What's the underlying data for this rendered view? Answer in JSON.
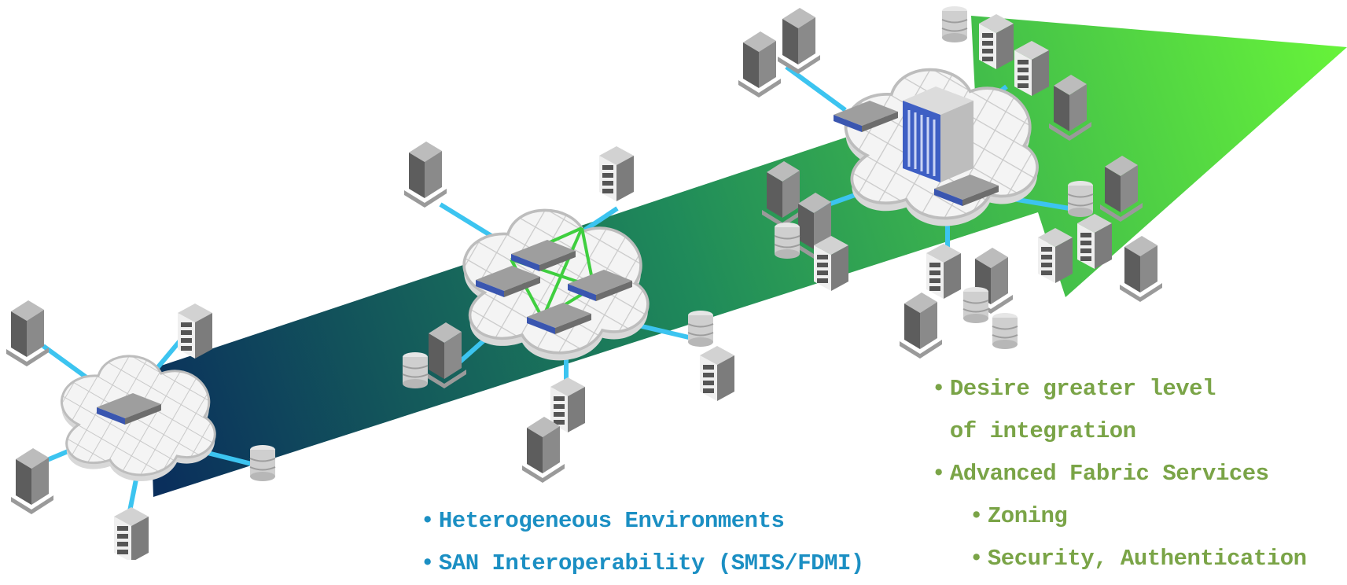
{
  "bullets_middle": [
    "Heterogeneous Environments",
    "SAN Interoperability (SMIS/FDMI)"
  ],
  "bullets_right": [
    "Desire greater level of integration",
    "Advanced Fabric Services",
    "Zoning",
    "Security, Authentication"
  ],
  "colors": {
    "arrow_start": "#0a2f5c",
    "arrow_mid": "#1f8a5a",
    "arrow_end": "#66f23a",
    "link": "#3cc4f0",
    "mesh_link": "#3fcf3f",
    "middle_text": "#1b8fc3",
    "right_text": "#7aa447"
  }
}
